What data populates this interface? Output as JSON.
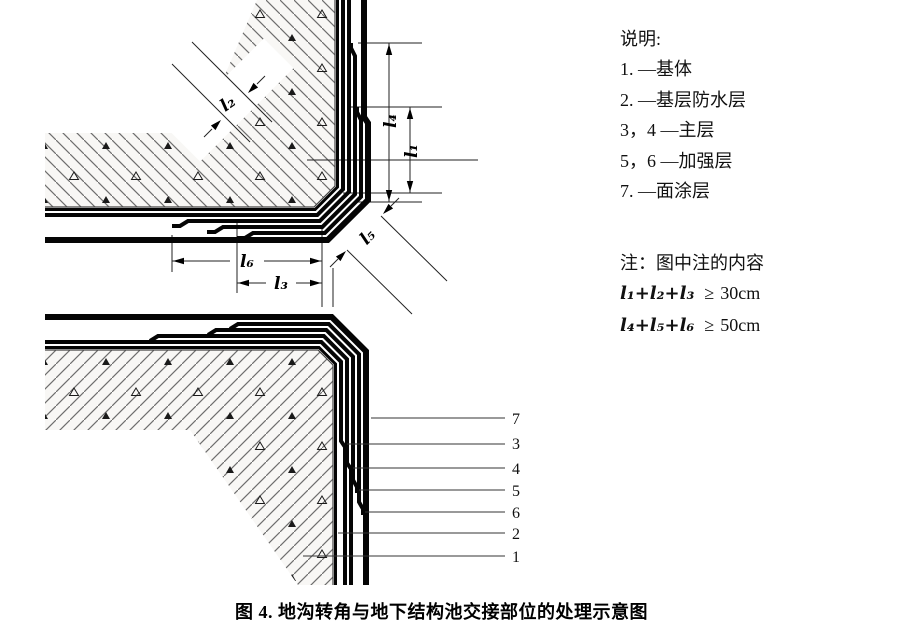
{
  "figure": {
    "legend": {
      "title": "说明:",
      "items": [
        "1. —基体",
        "2. —基层防水层",
        "3，4 —主层",
        "5，6 —加强层",
        "7. —面涂层"
      ]
    },
    "note": {
      "title": "注：图中注的内容",
      "formulas": [
        {
          "lhs": "l₁+l₂+l₃",
          "rel": "≥",
          "rhs": "30cm"
        },
        {
          "lhs": "l₄+l₅+l₆",
          "rel": "≥",
          "rhs": "50cm"
        }
      ]
    },
    "dims": {
      "l1": "l₁",
      "l2": "l₂",
      "l3": "l₃",
      "l4": "l₄",
      "l5": "l₅",
      "l6": "l₆"
    },
    "leaders": [
      "7",
      "3",
      "4",
      "5",
      "6",
      "2",
      "1"
    ],
    "caption": "图 4.  地沟转角与地下结构池交接部位的处理示意图"
  }
}
